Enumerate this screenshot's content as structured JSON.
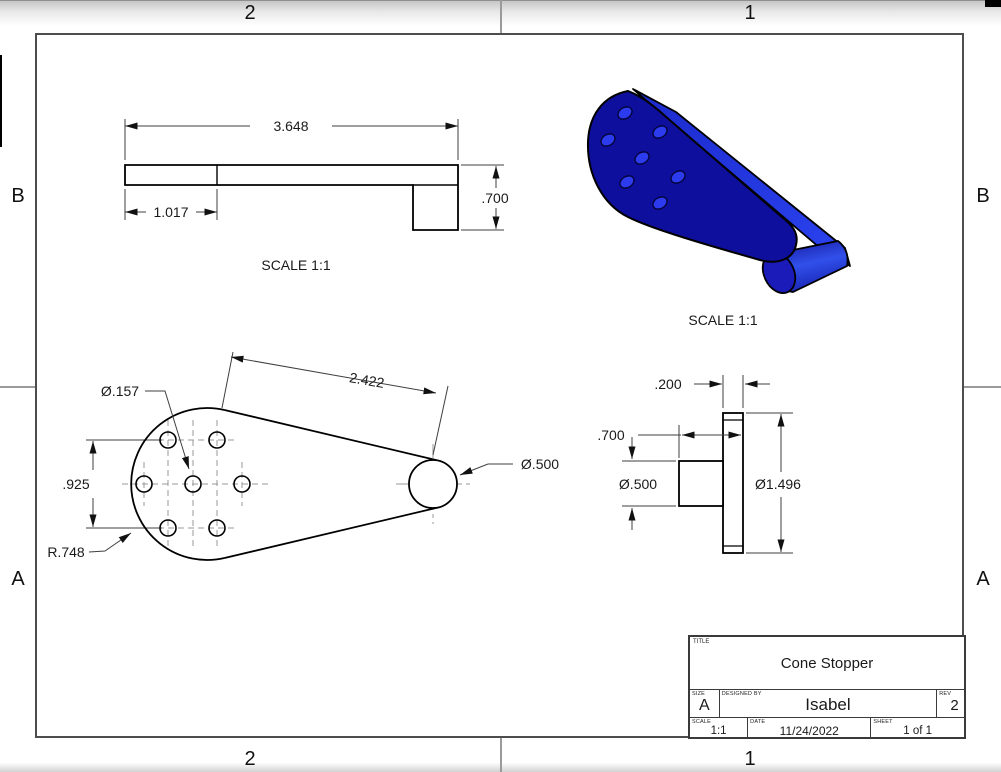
{
  "zones": {
    "top_left": "2",
    "top_right": "1",
    "bottom_left": "2",
    "bottom_right": "1",
    "left_top": "B",
    "left_bottom": "A",
    "right_top": "B",
    "right_bottom": "A"
  },
  "views": {
    "top": {
      "dim_width": "3.648",
      "dim_left_segment": "1.017",
      "dim_height": ".700",
      "scale_label": "SCALE 1:1"
    },
    "front": {
      "dim_hole_dia": "Ø.157",
      "dim_length": "2.422",
      "dim_row_spacing": ".925",
      "dim_radius": "R.748",
      "dim_end_dia": "Ø.500"
    },
    "side": {
      "dim_flange_thk": ".200",
      "dim_boss_len": ".700",
      "dim_boss_dia": "Ø.500",
      "dim_flange_dia": "Ø1.496"
    },
    "iso": {
      "scale_label": "SCALE 1:1",
      "face_color": "#0f0f9e",
      "edge_color": "#2136d9"
    }
  },
  "title_block": {
    "title_label": "TITLE",
    "title": "Cone Stopper",
    "size_label": "SIZE",
    "size": "A",
    "designed_by_label": "DESIGNED BY",
    "designed_by": "Isabel",
    "rev_label": "REV",
    "rev": "2",
    "scale_label": "SCALE",
    "scale": "1:1",
    "date_label": "DATE",
    "date": "11/24/2022",
    "sheet_label": "SHEET",
    "sheet": "1 of 1"
  }
}
